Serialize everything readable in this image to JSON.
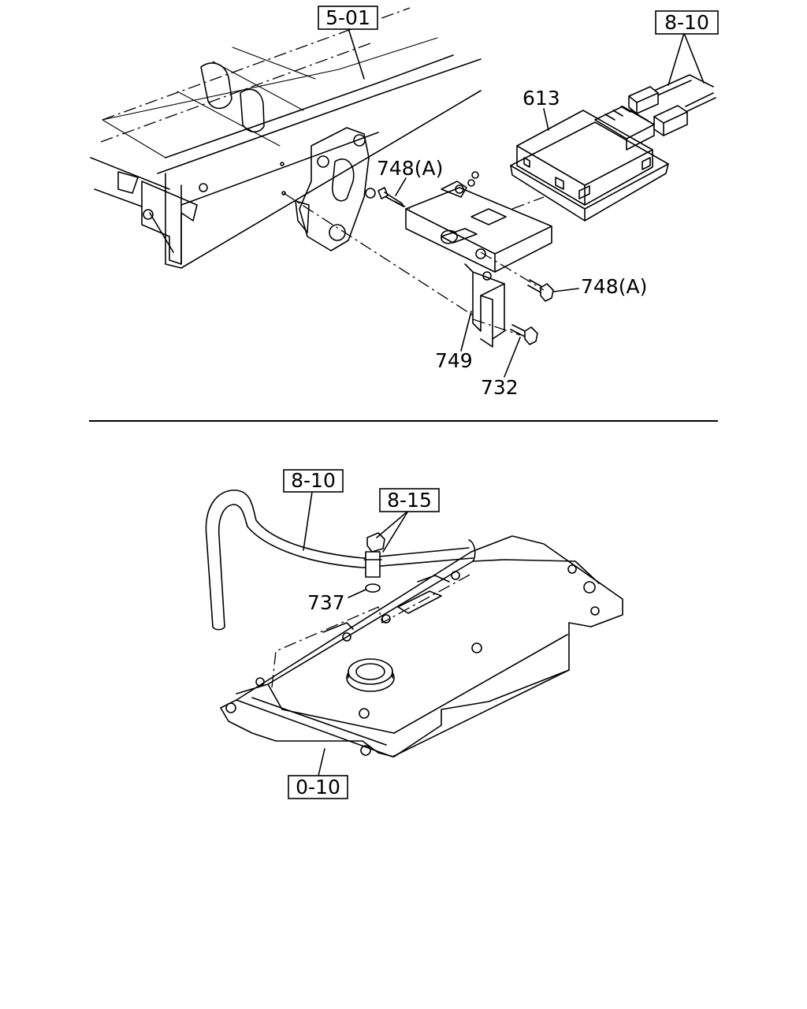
{
  "upper_view": {
    "refs": {
      "frame": "5-01",
      "harness": "8-10"
    },
    "parts": {
      "controller": "613",
      "bolt_upper": "748(A)",
      "bolt_right": "748(A)",
      "bracket": "749",
      "bolt_lower": "732"
    }
  },
  "lower_view": {
    "refs": {
      "hose": "8-10",
      "clip": "8-15",
      "tank": "0-10"
    },
    "parts": {
      "washer": "737"
    }
  }
}
